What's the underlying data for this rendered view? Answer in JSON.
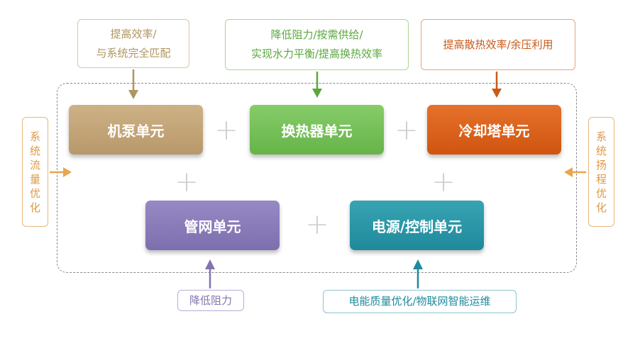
{
  "colors": {
    "pump": "#c4a677",
    "exchanger": "#79c25b",
    "tower": "#dd6118",
    "pipe": "#8a7cba",
    "power": "#2c97a7",
    "note_pump": "#b0955f",
    "note_exchanger": "#5aa83c",
    "note_tower": "#c95a19",
    "note_pipe": "#8374b0",
    "note_power": "#1e8a9e",
    "side": "#dc9a45"
  },
  "top_notes": {
    "pump": [
      "提高效率/",
      "与系统完全匹配"
    ],
    "exchanger": [
      "降低阻力/按需供给/",
      "实现水力平衡/提高换热效率"
    ],
    "tower": [
      "提高散热效率/余压利用"
    ]
  },
  "side_notes": {
    "left": [
      "系",
      "统",
      "流",
      "量",
      "优",
      "化"
    ],
    "right": [
      "系",
      "统",
      "扬",
      "程",
      "优",
      "化"
    ]
  },
  "units": {
    "pump": "机泵单元",
    "exchanger": "换热器单元",
    "tower": "冷却塔单元",
    "pipe": "管网单元",
    "power": "电源/控制单元"
  },
  "bottom_notes": {
    "pipe": "降低阻力",
    "power": "电能质量优化/物联网智能运维"
  },
  "plus_sign": "+"
}
